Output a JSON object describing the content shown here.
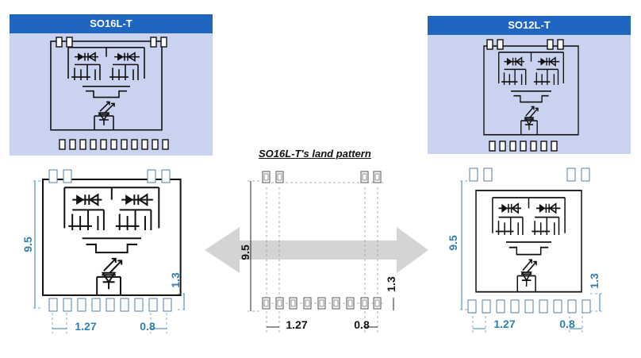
{
  "packages": {
    "left": {
      "title": "SO16L-T"
    },
    "right": {
      "title": "SO12L-T"
    }
  },
  "land_pattern": {
    "caption": "SO16L-T's land pattern"
  },
  "dimensions": {
    "height": "9.5",
    "pitch": "1.27",
    "pad_width": "0.8",
    "pad_length": "1.3"
  },
  "colors": {
    "header": "#1f66c2",
    "card": "#c9d2ee",
    "dimension_text": "#2f7fb0",
    "arrow": "#d4d4d4"
  }
}
